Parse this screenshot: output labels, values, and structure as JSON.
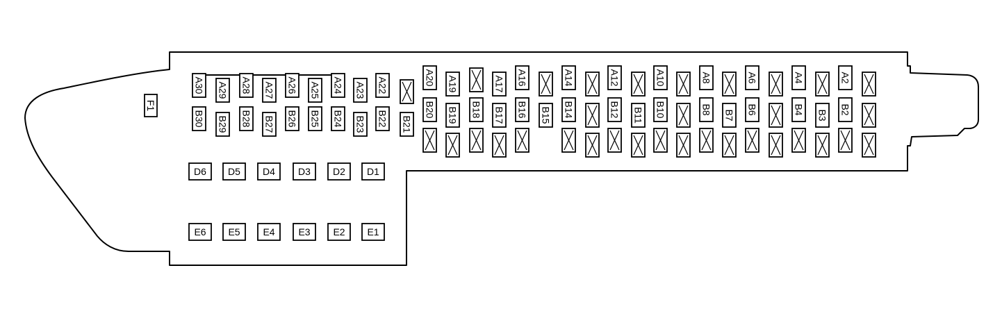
{
  "colors": {
    "line": "#000000",
    "background": "#ffffff"
  },
  "relays": {
    "F1": "F1",
    "D": [
      "D6",
      "D5",
      "D4",
      "D3",
      "D2",
      "D1"
    ],
    "E": [
      "E6",
      "E5",
      "E4",
      "E3",
      "E2",
      "E1"
    ]
  },
  "fuses": {
    "A30": "A30",
    "A29": "A29",
    "A28": "A28",
    "A27": "A27",
    "A26": "A26",
    "A25": "A25",
    "A24": "A24",
    "A23": "A23",
    "A22": "A22",
    "A20": "A20",
    "A19": "A19",
    "A17": "A17",
    "A16": "A16",
    "A14": "A14",
    "A12": "A12",
    "A10": "A10",
    "A8": "A8",
    "A6": "A6",
    "A4": "A4",
    "A2": "A2",
    "B30": "B30",
    "B29": "B29",
    "B28": "B28",
    "B27": "B27",
    "B26": "B26",
    "B25": "B25",
    "B24": "B24",
    "B23": "B23",
    "B22": "B22",
    "B21": "B21",
    "B20": "B20",
    "B19": "B19",
    "B18": "B18",
    "B17": "B17",
    "B16": "B16",
    "B15": "B15",
    "B14": "B14",
    "B12": "B12",
    "B11": "B11",
    "B10": "B10",
    "B8": "B8",
    "B7": "B7",
    "B6": "B6",
    "B4": "B4",
    "B3": "B3",
    "B2": "B2"
  }
}
